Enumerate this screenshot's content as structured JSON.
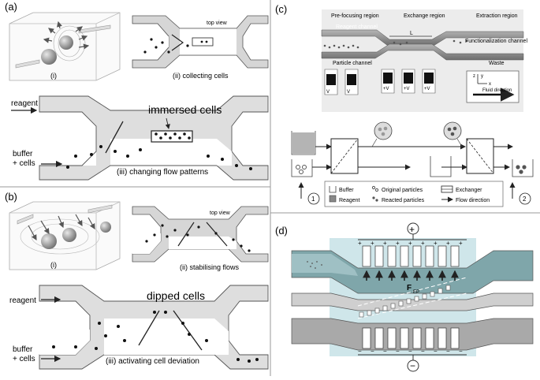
{
  "panels": {
    "a": {
      "label": "(a)",
      "sub_i": "(i)",
      "sub_ii": "(ii) collecting cells",
      "top_view": "top view",
      "reagent": "reagent",
      "immersed_cells": "immersed cells",
      "buffer": "buffer",
      "cells": "+ cells",
      "sub_iii": "(iii) changing flow patterns"
    },
    "b": {
      "label": "(b)",
      "sub_i": "(i)",
      "sub_ii": "(ii) stabilising flows",
      "top_view": "top view",
      "reagent": "reagent",
      "dipped_cells": "dipped cells",
      "buffer": "buffer",
      "cells": "+ cells",
      "sub_iii": "(iii) activating cell deviation"
    },
    "c": {
      "label": "(c)",
      "prefocusing": "Pre-focusing region",
      "exchange": "Exchange region",
      "extraction": "Extraction region",
      "reagent_channel": "Reagent channel",
      "functionalization_channel": "Functionalization channel",
      "particle_channel": "Particle channel",
      "waste": "Waste",
      "length": "L",
      "electrode": "+V",
      "ground": "V",
      "fluid_direction": "Fluid direction",
      "axes": {
        "z": "z",
        "y": "y",
        "x": "x"
      },
      "marker_1": "1",
      "marker_2": "2",
      "legend": {
        "buffer": "Buffer",
        "reagent": "Reagent",
        "original": "Original particles",
        "reacted": "Reacted particles",
        "exchanger": "Exchanger",
        "flow": "Flow direction"
      }
    },
    "d": {
      "label": "(d)",
      "plus": "+",
      "minus": "−",
      "force": "F",
      "force_sub": "EP"
    }
  },
  "colors": {
    "channel_gray": "#cfcfcf",
    "teal_dark": "#8fb4b8",
    "teal_light": "#cfe6ea",
    "line": "#333333"
  }
}
